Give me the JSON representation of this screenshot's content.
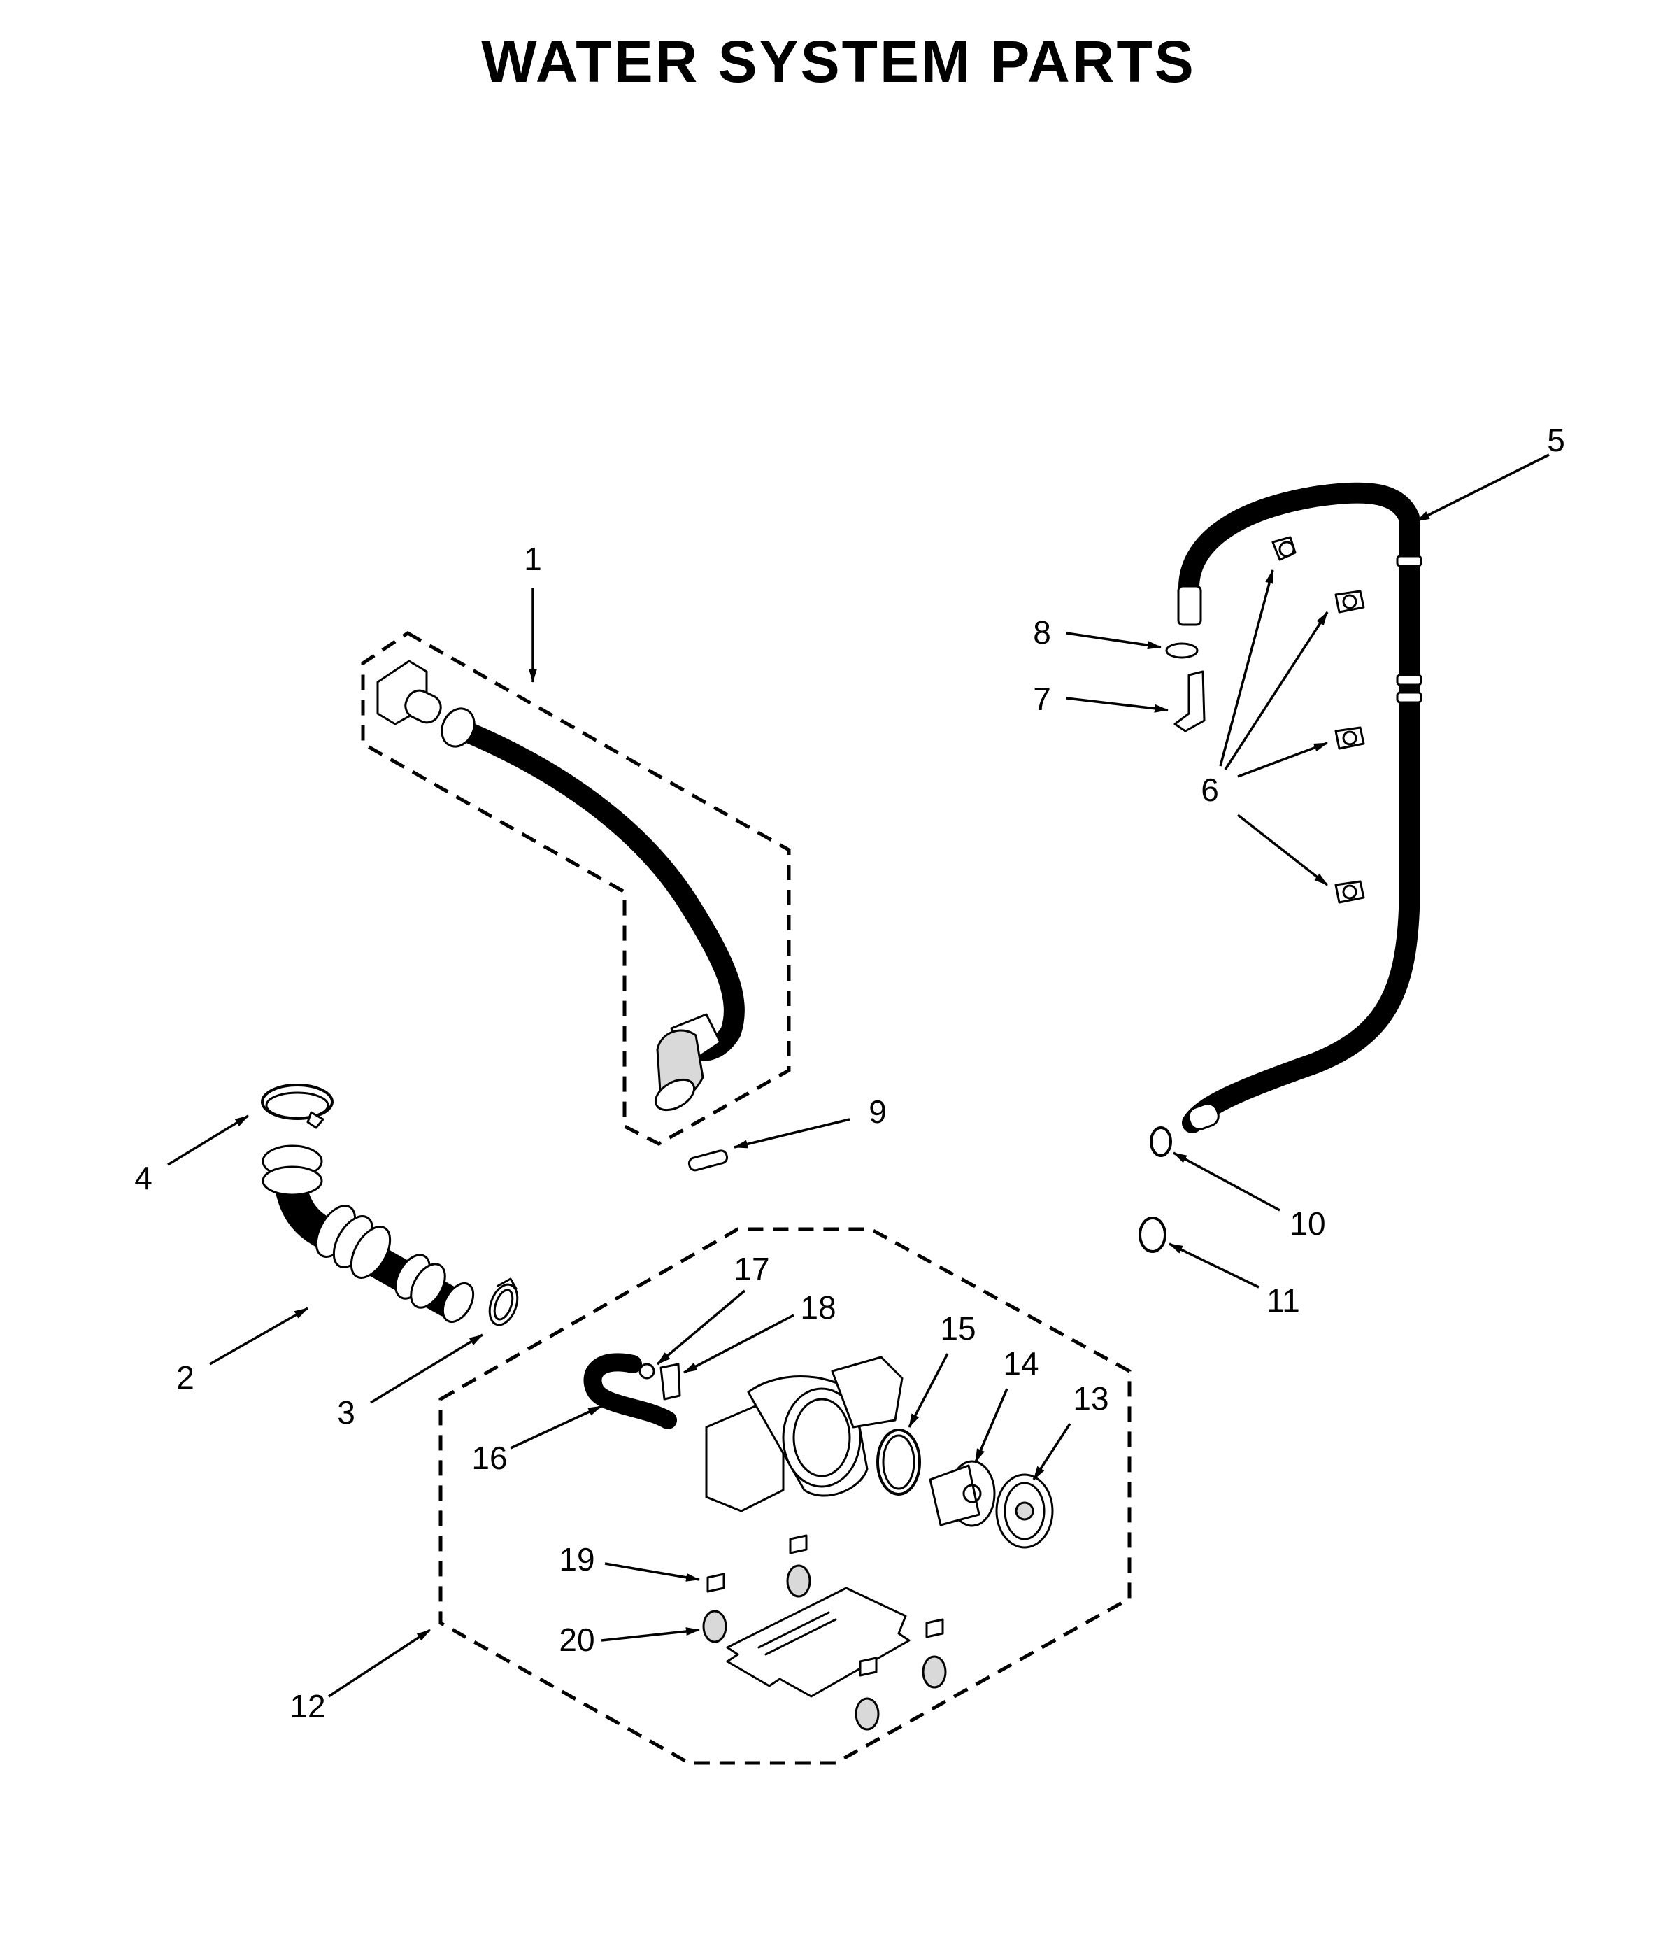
{
  "title": "WATER SYSTEM PARTS",
  "callouts": [
    {
      "id": "1",
      "label": "1"
    },
    {
      "id": "2",
      "label": "2"
    },
    {
      "id": "3",
      "label": "3"
    },
    {
      "id": "4",
      "label": "4"
    },
    {
      "id": "5",
      "label": "5"
    },
    {
      "id": "6",
      "label": "6"
    },
    {
      "id": "7",
      "label": "7"
    },
    {
      "id": "8",
      "label": "8"
    },
    {
      "id": "9",
      "label": "9"
    },
    {
      "id": "10",
      "label": "10"
    },
    {
      "id": "11",
      "label": "11"
    },
    {
      "id": "12",
      "label": "12"
    },
    {
      "id": "13",
      "label": "13"
    },
    {
      "id": "14",
      "label": "14"
    },
    {
      "id": "15",
      "label": "15"
    },
    {
      "id": "16",
      "label": "16"
    },
    {
      "id": "17",
      "label": "17"
    },
    {
      "id": "18",
      "label": "18"
    },
    {
      "id": "19",
      "label": "19"
    },
    {
      "id": "20",
      "label": "20"
    }
  ]
}
